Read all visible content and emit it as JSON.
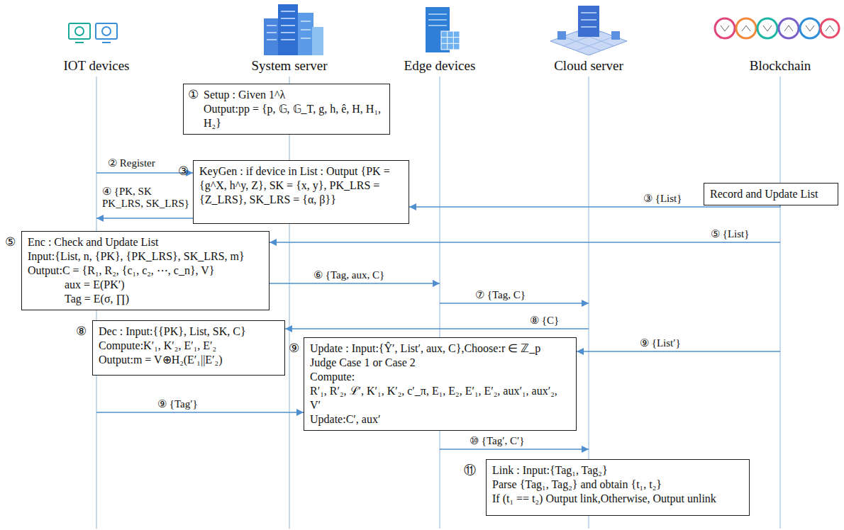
{
  "diagram": {
    "nodes": [
      {
        "text": [
          "IOT devices"
        ]
      },
      {
        "text": [
          "System server"
        ]
      },
      {
        "text": [
          "Edge devices"
        ]
      },
      {
        "text": [
          "Cloud server"
        ]
      },
      {
        "text": [
          "Blockchain"
        ]
      },
      {
        "text": [
          "①",
          "Setup : Given 1^λ",
          "Output:pp = {p, 𝔾, 𝔾_T, g, h, ê, H, H₁, H₂}"
        ]
      },
      {
        "text": [
          "③",
          "KeyGen : if device in List : Output {PK = {g^X, h^y, Z}, SK = {x, y}, PK_LRS = {Z_LRS}, SK_LRS = {α, β}}"
        ]
      },
      {
        "text": [
          "Record and Update List"
        ]
      },
      {
        "text": [
          "⑤",
          "Enc : Check and Update List",
          "Input:{List, n, {PK}, {PK_LRS}, SK_LRS, m}",
          "Output:C = {R₁, R₂, {c₁, c₂, ⋯, c_n}, V}",
          "aux = E(PK′)",
          "Tag = E(σ, ∏)"
        ]
      },
      {
        "text": [
          "⑧",
          "Dec : Input:{{PK}, List, SK, C}",
          "Compute:K′₁, K′₂, E′₁, E′₂",
          "Output:m = V⊕H₂(E′₁||E′₂)"
        ]
      },
      {
        "text": [
          "⑨",
          "Update : Input:{Ŷ′, List′, aux, C},Choose:r ∈ ℤ_p",
          "Judge Case 1 or Case 2",
          "Compute:",
          "R′₁, R′₂, ℒ′, K′₁, K′₂, c′_π, E₁, E₂, E′₁, E′₂, aux′₁, aux′₂, V′",
          "Update:C′, aux′"
        ]
      },
      {
        "text": [
          "⑪",
          "Link : Input:{Tag₁, Tag₂}",
          "Parse {Tag₁, Tag₂} and obtain {t₁, t₂}",
          "If (t₁ == t₂) Output link,Otherwise, Output unlink"
        ]
      }
    ],
    "edges": [
      {
        "from": 0,
        "to": 6,
        "label": "② Register",
        "arrow": "to"
      },
      {
        "from": 7,
        "to": 6,
        "label": "③ {List}",
        "arrow": "to"
      },
      {
        "from": 6,
        "to": 0,
        "label": "④ {PK, SK PK_LRS, SK_LRS}",
        "arrow": "to"
      },
      {
        "from": 4,
        "to": 8,
        "label": "⑤ {List}",
        "arrow": "to"
      },
      {
        "from": 8,
        "to": 2,
        "label": "⑥ {Tag, aux, C}",
        "arrow": "to"
      },
      {
        "from": 2,
        "to": 3,
        "label": "⑦ {Tag, C}",
        "arrow": "to"
      },
      {
        "from": 3,
        "to": 9,
        "label": "⑧ {C}",
        "arrow": "to"
      },
      {
        "from": 4,
        "to": 10,
        "label": "⑨ {List′}",
        "arrow": "to"
      },
      {
        "from": 0,
        "to": 10,
        "label": "⑨ {Tag′}",
        "arrow": "to"
      },
      {
        "from": 2,
        "to": 3,
        "label": "⑩ {Tag′, C′}",
        "arrow": "to"
      }
    ]
  }
}
